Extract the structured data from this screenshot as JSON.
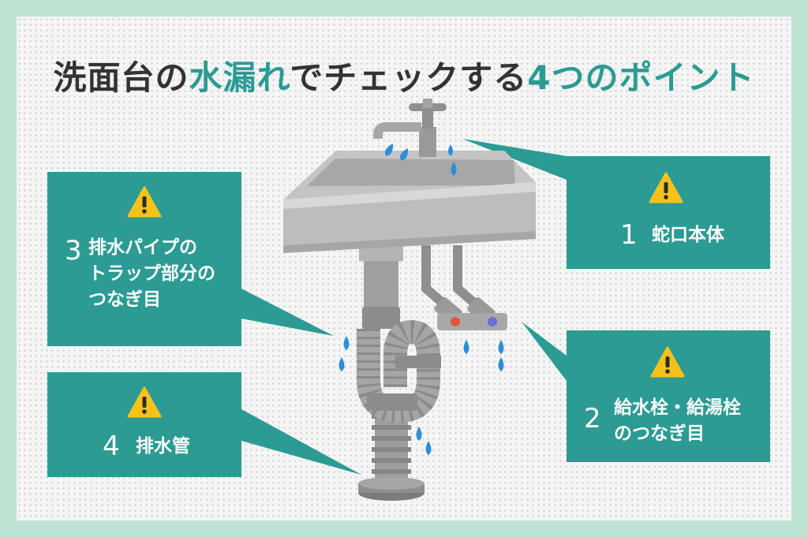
{
  "title": {
    "part1": "洗面台の",
    "highlight1": "水漏れ",
    "part2": "でチェックする",
    "highlight2": "4つのポイント"
  },
  "points": [
    {
      "number": "1",
      "lines": [
        "蛇口本体"
      ]
    },
    {
      "number": "2",
      "lines": [
        "給水栓・給湯栓",
        "のつなぎ目"
      ]
    },
    {
      "number": "3",
      "lines": [
        "排水パイプの",
        "トラップ部分の",
        "つなぎ目"
      ]
    },
    {
      "number": "4",
      "lines": [
        "排水管"
      ]
    }
  ],
  "colors": {
    "border": "#bfe3d3",
    "accent": "#2b9b94",
    "title_text": "#333333",
    "warning": "#f6c21a",
    "water": "#2c8ed6",
    "hot_valve": "#e0583a",
    "cold_valve": "#6a6fd1"
  },
  "icons": [
    "warning-icon",
    "water-drop-icon",
    "faucet-icon",
    "sink-icon",
    "trap-pipe-icon",
    "drain-pipe-icon"
  ]
}
